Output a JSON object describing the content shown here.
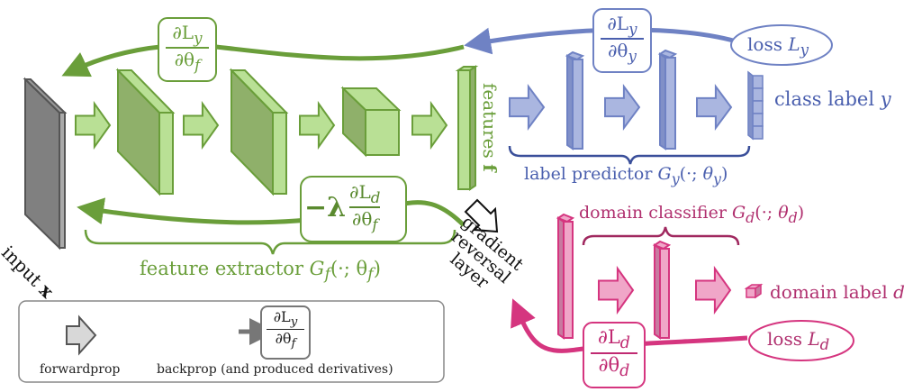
{
  "colors": {
    "green": "#6a9e3a",
    "green_light": "#b9e095",
    "green_dark": "#8fb06a",
    "blue": "#6f82c4",
    "blue_light": "#aab6e0",
    "pink": "#d5357f",
    "pink_light": "#f0a6c8",
    "gray": "#666666"
  },
  "labels": {
    "input": "input",
    "input_var": "x",
    "features": "features",
    "features_var": "f",
    "feature_extractor": "feature extractor",
    "feature_extractor_fn": "G",
    "feature_extractor_sub": "f",
    "feature_extractor_args": "(·; θ",
    "label_predictor": "label predictor",
    "label_predictor_fn": "G",
    "label_predictor_sub": "y",
    "domain_classifier": "domain classifier",
    "domain_classifier_fn": "G",
    "domain_classifier_sub": "d",
    "class_label": "class label",
    "class_label_var": "y",
    "domain_label": "domain label",
    "domain_label_var": "d",
    "loss_y": "loss",
    "loss_y_var": "L",
    "loss_y_sub": "y",
    "loss_d": "loss",
    "loss_d_var": "L",
    "loss_d_sub": "d",
    "grl_1": "gradient",
    "grl_2": "reversal",
    "grl_3": "layer",
    "neg_lambda": "−λ"
  },
  "gradients": {
    "dLy_dthf": {
      "num": "∂L",
      "num_sub": "y",
      "den": "∂θ",
      "den_sub": "f"
    },
    "dLy_dthy": {
      "num": "∂L",
      "num_sub": "y",
      "den": "∂θ",
      "den_sub": "y"
    },
    "dLd_dthf": {
      "num": "∂L",
      "num_sub": "d",
      "den": "∂θ",
      "den_sub": "f"
    },
    "dLd_dthd": {
      "num": "∂L",
      "num_sub": "d",
      "den": "∂θ",
      "den_sub": "d"
    }
  },
  "legend": {
    "forwardprop": "forwardprop",
    "backprop": "backprop (and produced derivatives)",
    "example": {
      "num": "∂L",
      "num_sub": "y",
      "den": "∂θ",
      "den_sub": "f"
    }
  }
}
